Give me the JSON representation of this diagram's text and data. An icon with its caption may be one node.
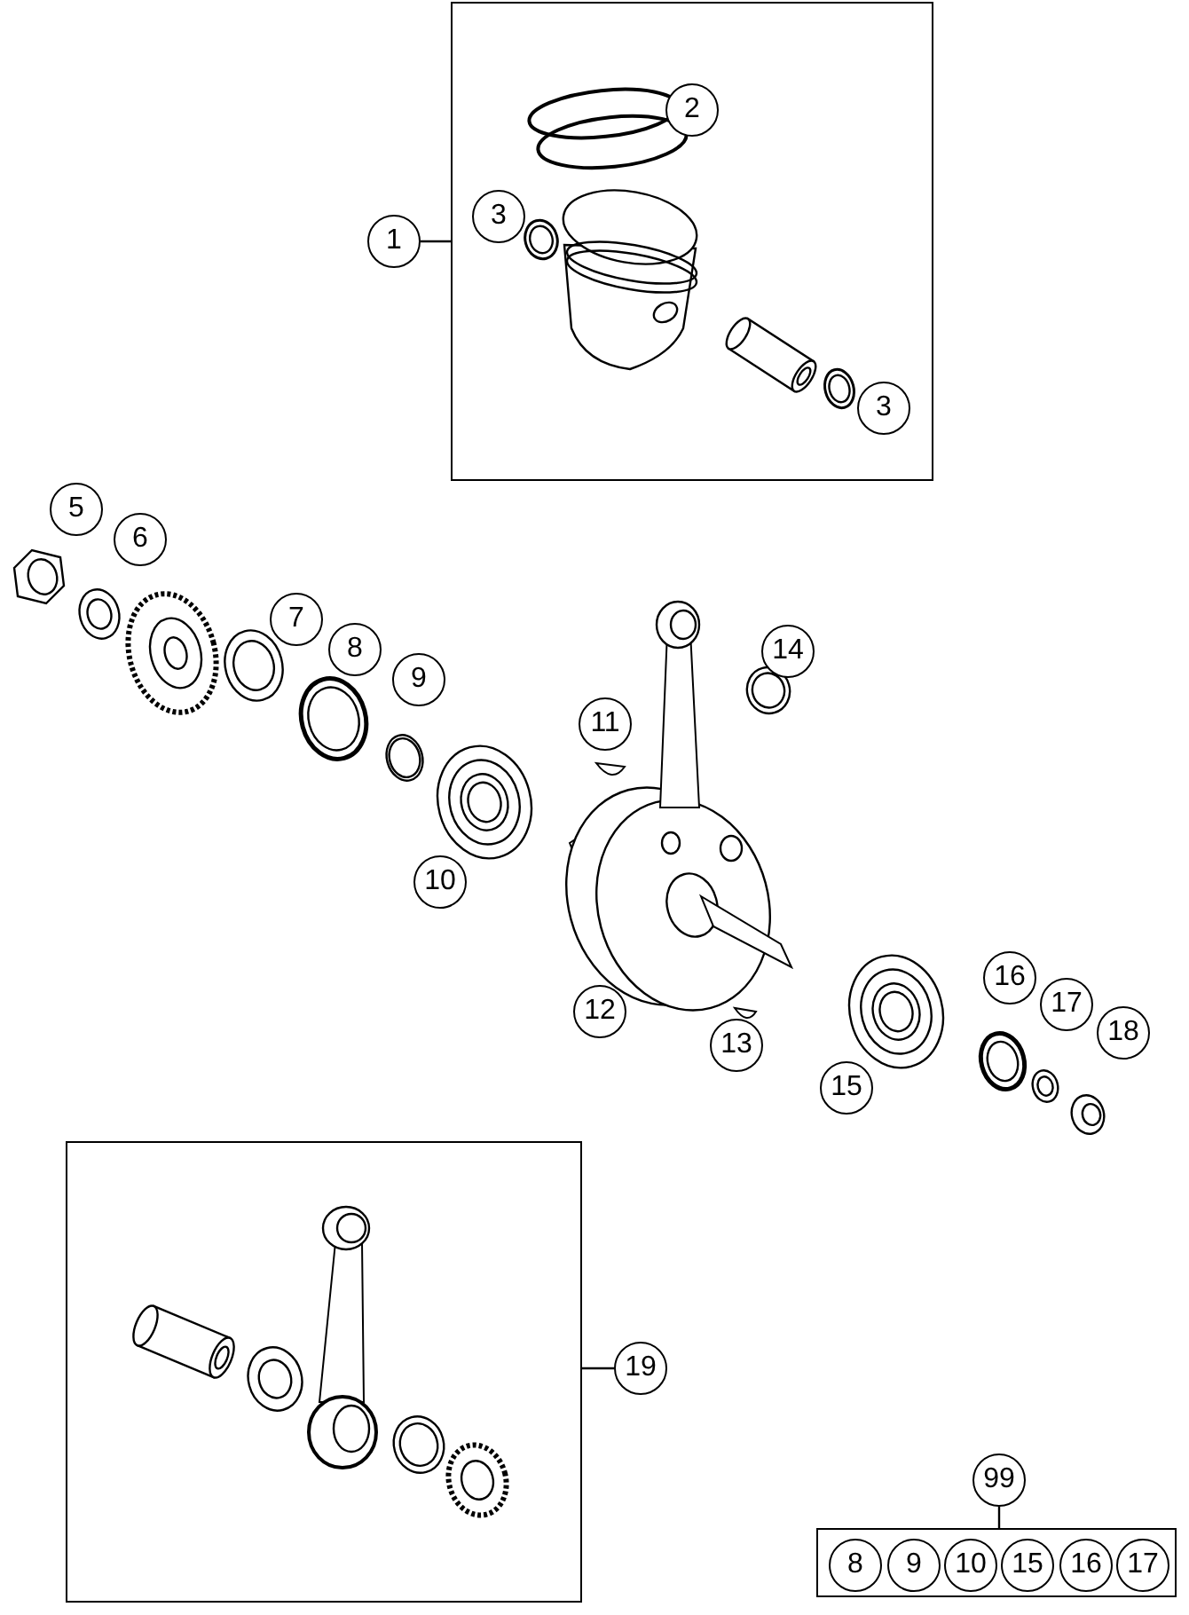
{
  "diagram": {
    "nodes": [
      {
        "text": [],
        "shape": "box"
      },
      {
        "text": [
          "1"
        ]
      },
      {
        "text": [
          "2"
        ],
        "in": 0
      },
      {
        "text": [
          "3"
        ],
        "in": 0
      },
      {
        "text": [
          "3"
        ],
        "in": 0
      },
      {
        "text": [
          "5"
        ]
      },
      {
        "text": [
          "6"
        ]
      },
      {
        "text": [
          "7"
        ]
      },
      {
        "text": [
          "8"
        ]
      },
      {
        "text": [
          "9"
        ]
      },
      {
        "text": [
          "14"
        ]
      },
      {
        "text": [
          "11"
        ]
      },
      {
        "text": [
          "10"
        ]
      },
      {
        "text": [
          "12"
        ]
      },
      {
        "text": [
          "16"
        ]
      },
      {
        "text": [
          "17"
        ]
      },
      {
        "text": [
          "13"
        ]
      },
      {
        "text": [
          "18"
        ]
      },
      {
        "text": [
          "15"
        ]
      },
      {
        "text": [],
        "shape": "box"
      },
      {
        "text": [
          "19"
        ]
      },
      {
        "text": [
          "99"
        ]
      },
      {
        "text": [],
        "shape": "box"
      },
      {
        "text": [
          "8"
        ],
        "in": 22
      },
      {
        "text": [
          "9"
        ],
        "in": 22
      },
      {
        "text": [
          "10"
        ],
        "in": 22
      },
      {
        "text": [
          "15"
        ],
        "in": 22
      },
      {
        "text": [
          "16"
        ],
        "in": 22
      },
      {
        "text": [
          "17"
        ],
        "in": 22
      }
    ],
    "edges": [
      {
        "from": 1,
        "to": 0,
        "arrow": "none"
      },
      {
        "from": 20,
        "to": 19,
        "arrow": "none"
      },
      {
        "from": 21,
        "to": 22,
        "arrow": "none"
      }
    ]
  }
}
